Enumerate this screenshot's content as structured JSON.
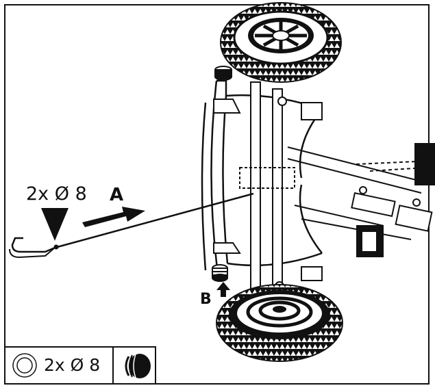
{
  "callouts": {
    "quantity_top": "2x Ø 8",
    "arrow_a": "A",
    "arrow_b": "B"
  },
  "legend": {
    "washer_icon": "washer-icon",
    "quantity": "2x Ø 8",
    "plug_icon": "cap-plug-icon"
  },
  "colors": {
    "ink": "#111111",
    "paper": "#ffffff"
  }
}
